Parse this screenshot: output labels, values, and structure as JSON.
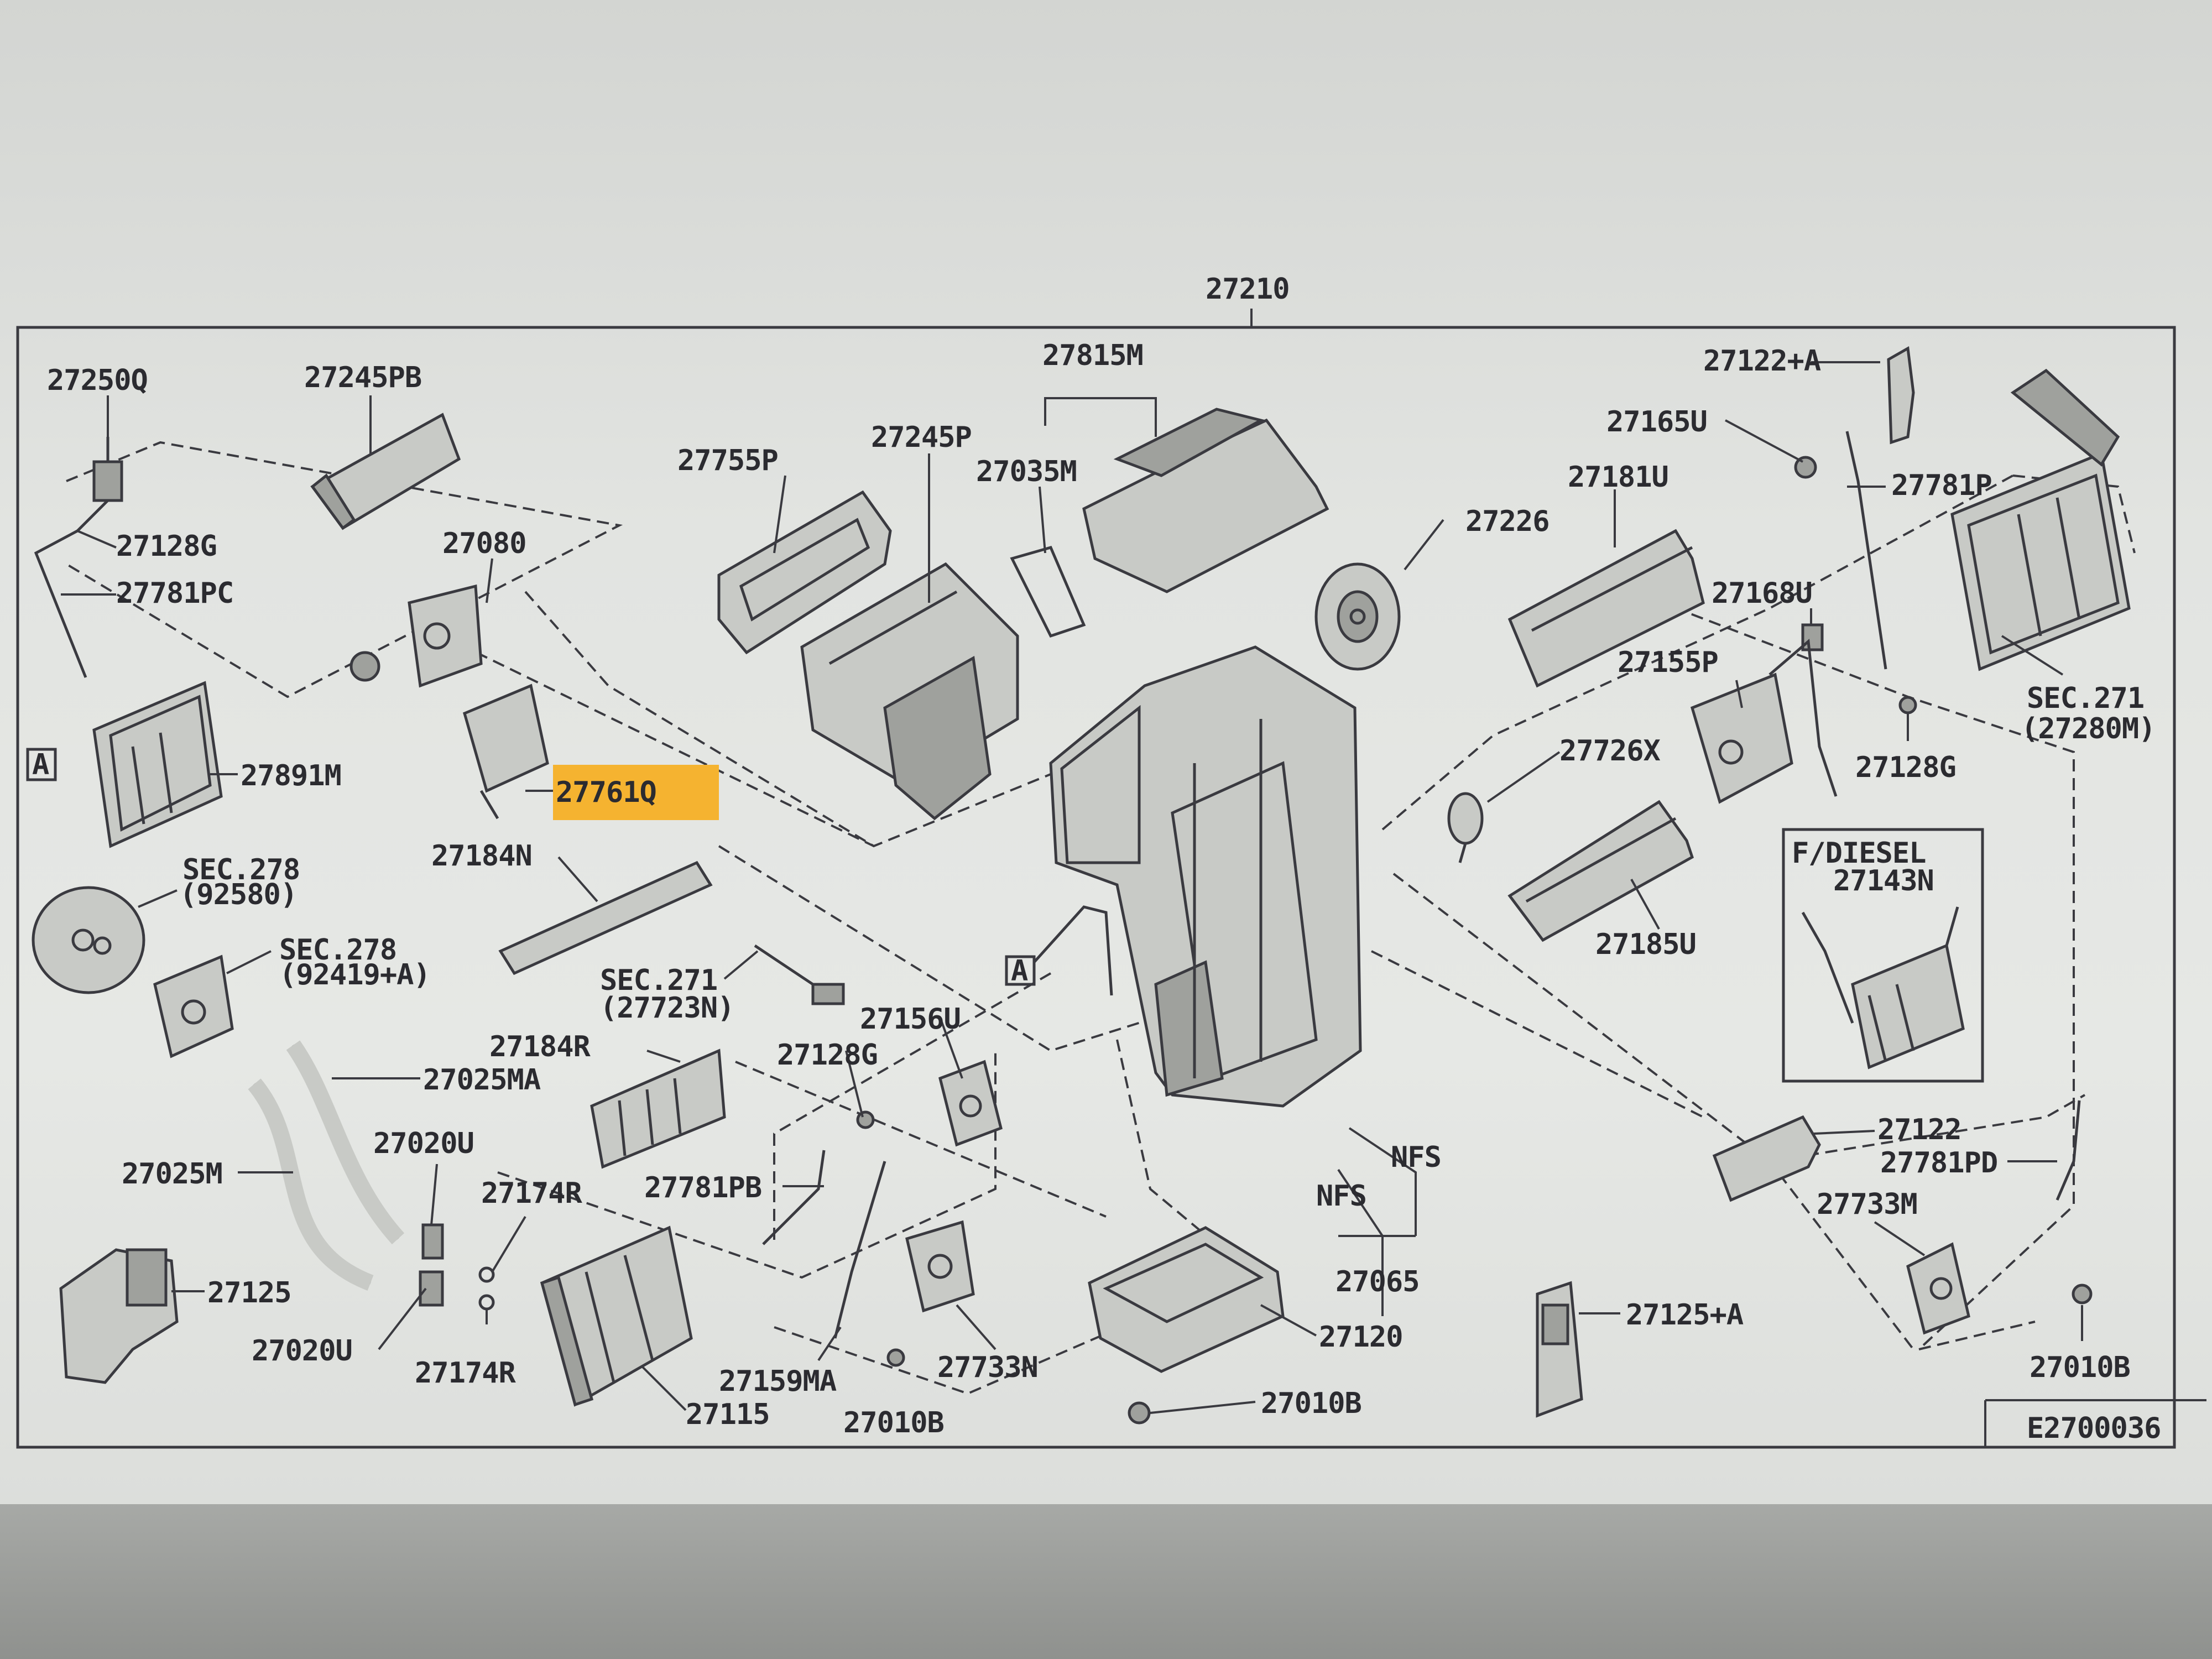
{
  "diagram": {
    "drawing_number": "E2700036",
    "assembly_label": "27210",
    "highlight_color": "#f5b330",
    "ref_marker": "A",
    "diesel_box_title": "F/DIESEL",
    "labels": [
      {
        "id": "27250Q",
        "text": "27250Q"
      },
      {
        "id": "27245PB",
        "text": "27245PB"
      },
      {
        "id": "27128G_top",
        "text": "27128G"
      },
      {
        "id": "27781PC",
        "text": "27781PC"
      },
      {
        "id": "27080",
        "text": "27080"
      },
      {
        "id": "27891M",
        "text": "27891M"
      },
      {
        "id": "27761Q",
        "text": "27761Q"
      },
      {
        "id": "27755P",
        "text": "27755P"
      },
      {
        "id": "27245P",
        "text": "27245P"
      },
      {
        "id": "27815M",
        "text": "27815M"
      },
      {
        "id": "27035M",
        "text": "27035M"
      },
      {
        "id": "27226",
        "text": "27226"
      },
      {
        "id": "27181U",
        "text": "27181U"
      },
      {
        "id": "27165U",
        "text": "27165U"
      },
      {
        "id": "27122A_top",
        "text": "27122+A"
      },
      {
        "id": "27781P",
        "text": "27781P"
      },
      {
        "id": "27168U",
        "text": "27168U"
      },
      {
        "id": "27155P",
        "text": "27155P"
      },
      {
        "id": "27726X",
        "text": "27726X"
      },
      {
        "id": "27128G_right",
        "text": "27128G"
      },
      {
        "id": "SEC271_right",
        "text": "SEC.271"
      },
      {
        "id": "27280M",
        "text": "(27280M)"
      },
      {
        "id": "27143N",
        "text": "27143N"
      },
      {
        "id": "27185U",
        "text": "27185U"
      },
      {
        "id": "SEC278_a",
        "text": "SEC.278"
      },
      {
        "id": "92580",
        "text": "(92580)"
      },
      {
        "id": "SEC278_b",
        "text": "SEC.278"
      },
      {
        "id": "92419A",
        "text": "(92419+A)"
      },
      {
        "id": "27184N",
        "text": "27184N"
      },
      {
        "id": "SEC271_mid",
        "text": "SEC.271"
      },
      {
        "id": "27723N",
        "text": "(27723N)"
      },
      {
        "id": "27184R",
        "text": "27184R"
      },
      {
        "id": "27025MA",
        "text": "27025MA"
      },
      {
        "id": "27128G_mid",
        "text": "27128G"
      },
      {
        "id": "27156U",
        "text": "27156U"
      },
      {
        "id": "27025M",
        "text": "27025M"
      },
      {
        "id": "27020U_top",
        "text": "27020U"
      },
      {
        "id": "27174R_top",
        "text": "27174R"
      },
      {
        "id": "27781PB",
        "text": "27781PB"
      },
      {
        "id": "27125",
        "text": "27125"
      },
      {
        "id": "27020U_bot",
        "text": "27020U"
      },
      {
        "id": "27174R_bot",
        "text": "27174R"
      },
      {
        "id": "27115",
        "text": "27115"
      },
      {
        "id": "27159MA",
        "text": "27159MA"
      },
      {
        "id": "27733N",
        "text": "27733N"
      },
      {
        "id": "27010B_left",
        "text": "27010B"
      },
      {
        "id": "27120",
        "text": "27120"
      },
      {
        "id": "27010B_mid",
        "text": "27010B"
      },
      {
        "id": "NFS_a",
        "text": "NFS"
      },
      {
        "id": "NFS_b",
        "text": "NFS"
      },
      {
        "id": "27065",
        "text": "27065"
      },
      {
        "id": "27125A",
        "text": "27125+A"
      },
      {
        "id": "27122",
        "text": "27122"
      },
      {
        "id": "27781PD",
        "text": "27781PD"
      },
      {
        "id": "27733M",
        "text": "27733M"
      },
      {
        "id": "27010B_right",
        "text": "27010B"
      }
    ]
  }
}
